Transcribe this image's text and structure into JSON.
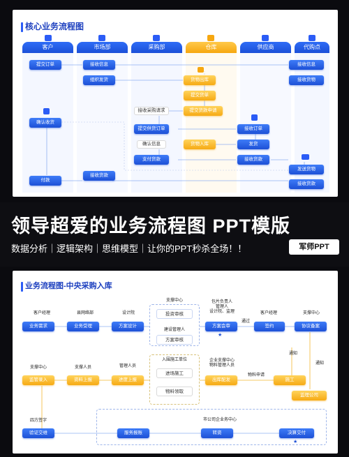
{
  "slide1": {
    "title": "核心业务流程图",
    "headers": [
      "客户",
      "市场部",
      "采购部",
      "仓库",
      "供应商",
      "代购点"
    ],
    "nodes": {
      "submit_order": "提交订单",
      "mkt_receive_info": "接收信息",
      "organize_ship": "组织发货",
      "wh_ship_out": "货物出库",
      "confirm_receipt": "确认收货",
      "pay": "付款",
      "mkt_receive_payment": "接收货款",
      "wh_confirm_invoice": "提交货单",
      "wh_sub_payment_request": "提交货款申请",
      "purchase_request_note": "接收采购请求",
      "submit_purchase_order": "提交供货订单",
      "confirm_info_note": "确认信息",
      "pay_goods": "支付货款",
      "wh_goods_in": "货物入库",
      "sup_receive_order": "接收订单",
      "sup_ship": "发货",
      "sup_receive_payment": "接收货款",
      "dp_receive_info": "接收信息",
      "dp_receive_goods": "接收货物",
      "dp_deliver": "发送货物",
      "dp_receive_payment": "接收货款"
    }
  },
  "banner": {
    "title": "领导超爱的业务流程图 PPT模版",
    "subtitle": "数据分析｜逻辑架构｜思维模型｜让你的PPT秒杀全场！！",
    "badge": "军师PPT"
  },
  "slide2": {
    "title": "业务流程图-中央采购入库",
    "labels": {
      "customer_manager": "客户经理",
      "county_bureau": "县网络部",
      "design_institute": "设计院",
      "support_center": "支撑中心",
      "package_owner": "包片负责人\n管理人\n设计院、监理",
      "customer_manager2": "客户经理",
      "support_center2": "支撑中心",
      "pass": "通过",
      "build_mgmt": "建设管理人",
      "support_center3": "支撑中心",
      "support_staff": "支撑人员",
      "manager_staff": "管理人员",
      "construction_unit": "入围施工单位",
      "enterprise_support": "企业支撑中心\n物料管理人员",
      "material_apply": "物料申请",
      "notify1": "通知",
      "notify2": "通知",
      "four_sign": "四方签字",
      "city_enterprise": "市公司企业务中心"
    },
    "nodes": {
      "business_demand": "业务需求",
      "business_accept": "业务受理",
      "plan_design": "方案设计",
      "invest_review": "投资审核",
      "plan_review": "方案审核",
      "plan_meeting": "方案会审",
      "sign": "签约",
      "agreement_file": "协议备案",
      "supervise_entry": "监管录入",
      "material_upload": "资料上报",
      "progress_report": "进度上报",
      "progress_build": "进场施工",
      "material_collect": "物料领取",
      "outbound_dispatch": "出库配发",
      "construction": "施工",
      "supervise_company": "监理公司",
      "verify_handover": "验证交维",
      "service_report": "服务报账",
      "transfer": "转资",
      "settlement": "决算交付"
    }
  }
}
